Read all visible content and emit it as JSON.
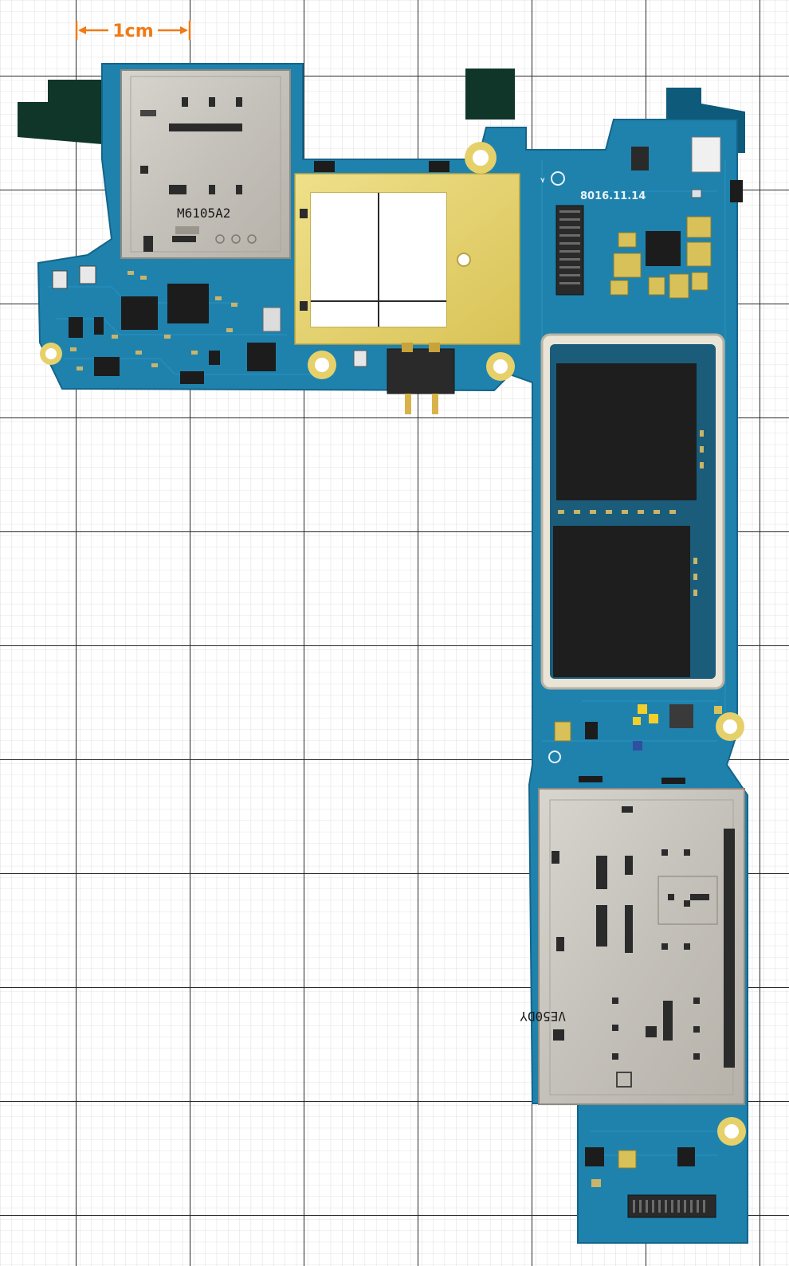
{
  "scale_bar": {
    "label": "1cm"
  },
  "board_markings": {
    "top_sim_tray": "M6105A2",
    "date_code": "8016.11.14",
    "bottom_sim_tray": "VE50DY"
  },
  "colors": {
    "pcb": "#1f82ad",
    "shield": "#c9c6bf",
    "copper": "#e6d06a",
    "chip": "#1c1c1c",
    "scale": "#f07a16"
  }
}
